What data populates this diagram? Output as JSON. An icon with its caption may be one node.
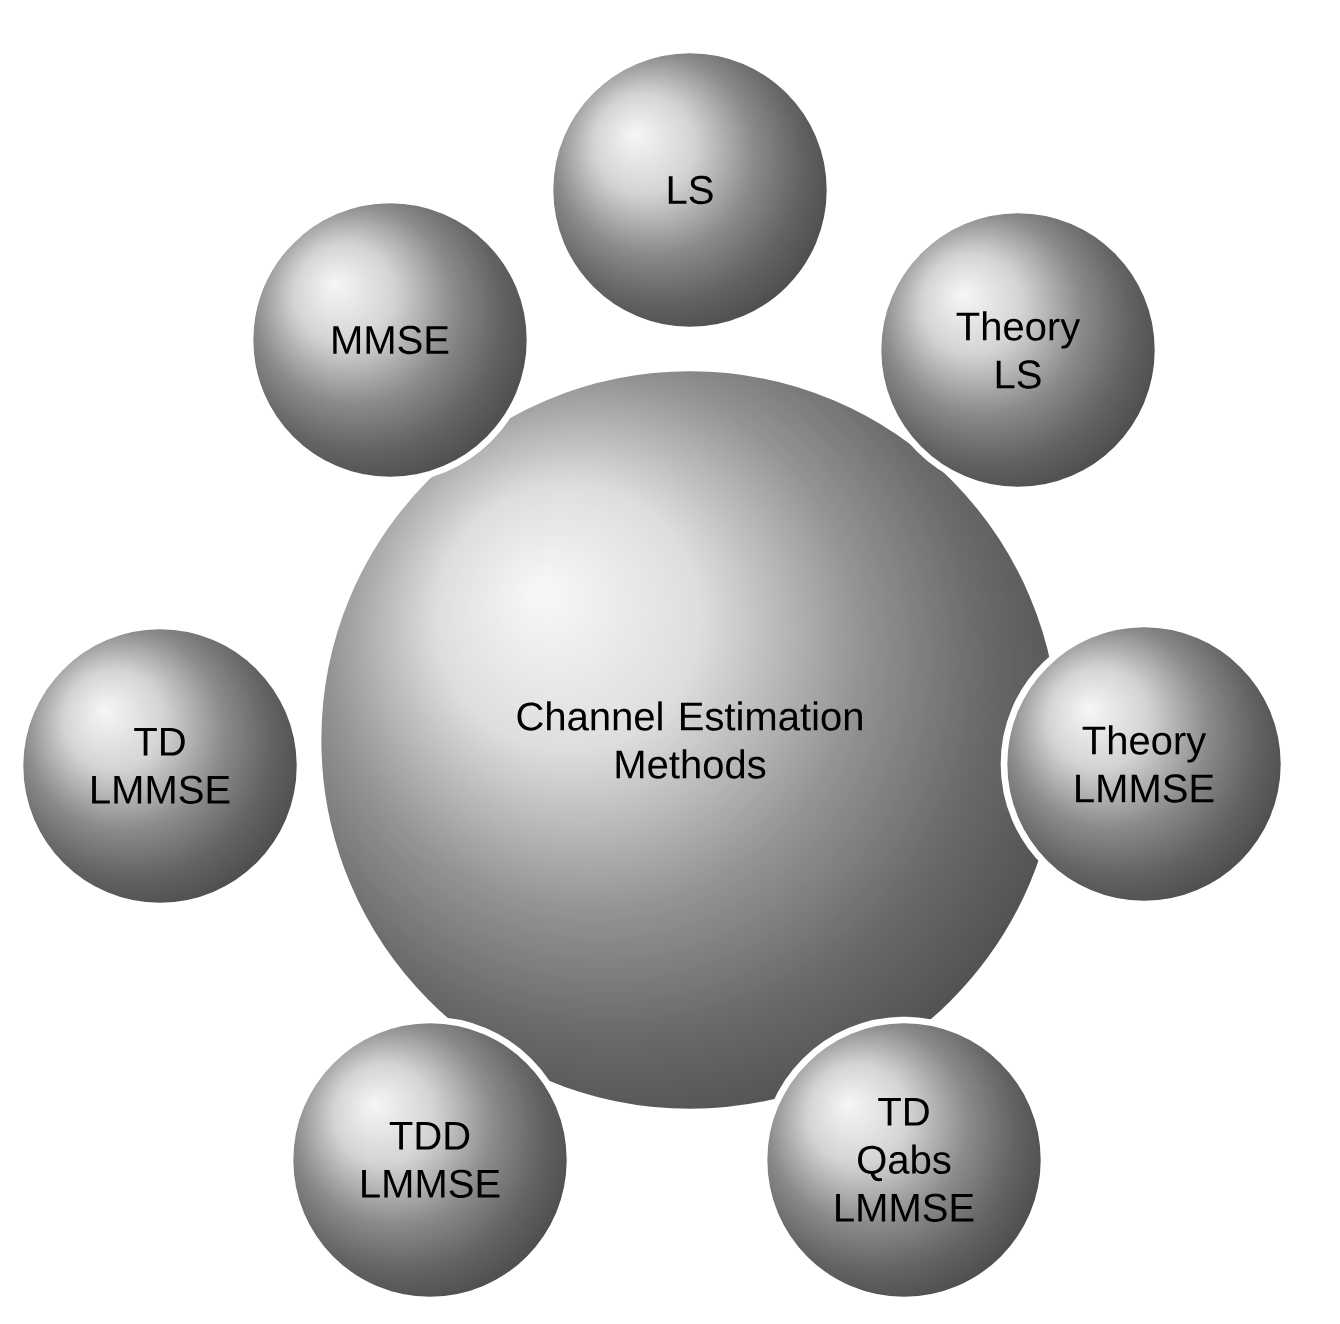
{
  "diagram": {
    "nodes": [
      {
        "text": [
          "Channel Estimation Methods"
        ]
      },
      {
        "text": [
          "LS"
        ]
      },
      {
        "text": [
          "Theory LS"
        ]
      },
      {
        "text": [
          "Theory LMMSE"
        ]
      },
      {
        "text": [
          "TD Qabs LMMSE"
        ]
      },
      {
        "text": [
          "TDD LMMSE"
        ]
      },
      {
        "text": [
          "TD LMMSE"
        ]
      },
      {
        "text": [
          "MMSE"
        ]
      }
    ]
  }
}
